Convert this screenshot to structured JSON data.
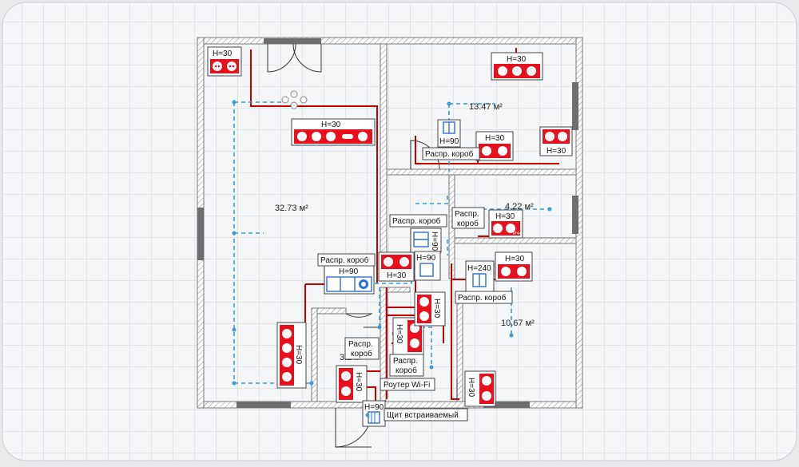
{
  "rooms": [
    {
      "id": "living",
      "area": "32.73 м²"
    },
    {
      "id": "bedroom",
      "area": "13.47 м²"
    },
    {
      "id": "bath",
      "area": "4.22 м²"
    },
    {
      "id": "kitchen",
      "area": "10.67 м²"
    },
    {
      "id": "hall",
      "area": "3.2 м²"
    }
  ],
  "sockets": [
    {
      "id": "s1",
      "height": "Н=30"
    },
    {
      "id": "s2",
      "height": "Н=30"
    },
    {
      "id": "s3",
      "height": "Н=30"
    },
    {
      "id": "s4",
      "height": "Н=30"
    },
    {
      "id": "s5",
      "height": "Н=30"
    },
    {
      "id": "s6",
      "height": "Н=30",
      "mark": "IP44"
    },
    {
      "id": "s7",
      "height": "Н=30"
    },
    {
      "id": "s8",
      "height": "Н=30"
    },
    {
      "id": "s9",
      "height": "Н=30"
    },
    {
      "id": "s10",
      "height": "Н=30"
    },
    {
      "id": "s11",
      "height": "Н=30"
    },
    {
      "id": "s12",
      "height": "Н=30"
    },
    {
      "id": "s13",
      "height": "Н=30"
    }
  ],
  "switches": [
    {
      "id": "sw1",
      "height": "Н=90"
    },
    {
      "id": "sw2",
      "height": "Н=90"
    },
    {
      "id": "sw3",
      "height": "Н=90"
    },
    {
      "id": "sw4",
      "height": "Н=240"
    },
    {
      "id": "sw5",
      "height": "Н=90"
    },
    {
      "id": "sw6",
      "height": "Н=90"
    }
  ],
  "labels": {
    "junction_box": "Распр. короб",
    "router": "Роутер Wi-Fi",
    "panel": "Щит встраиваемый"
  }
}
